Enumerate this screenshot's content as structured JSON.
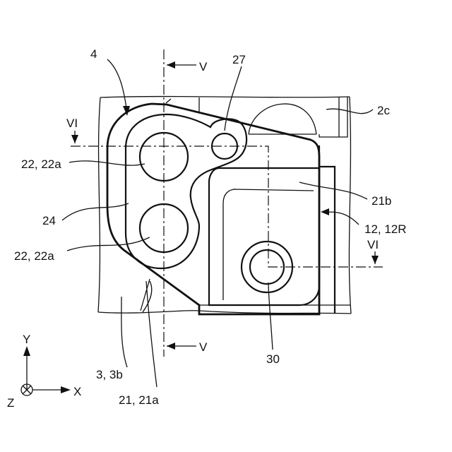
{
  "figure": {
    "labels": {
      "part_4": "4",
      "part_27": "27",
      "part_2c": "2c",
      "part_22a_top": "22, 22a",
      "part_22a_bottom": "22, 22a",
      "part_24": "24",
      "part_21b": "21b",
      "part_12R": "12, 12R",
      "part_30": "30",
      "part_3b": "3, 3b",
      "part_21a": "21, 21a",
      "section_V_top": "V",
      "section_V_bottom": "V",
      "section_VI_left": "VI",
      "section_VI_right": "VI"
    },
    "axes": {
      "y_label": "Y",
      "x_label": "X",
      "z_label": "Z"
    }
  }
}
